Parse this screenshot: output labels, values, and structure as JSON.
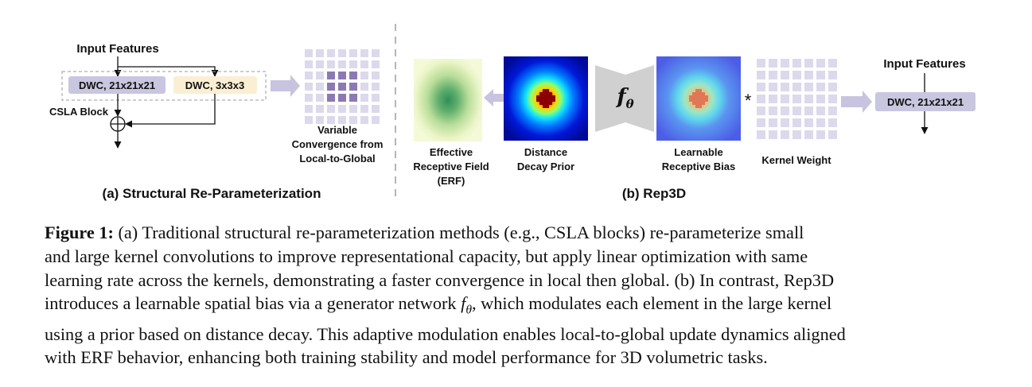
{
  "panel_a": {
    "input_features": "Input Features",
    "dwc_large": "DWC, 21x21x21",
    "dwc_small": "DWC, 3x3x3",
    "csla_block": "CSLA Block",
    "variable_convergence": [
      "Variable",
      "Convergence from",
      "Local-to-Global"
    ],
    "title": "(a) Structural Re-Parameterization"
  },
  "panel_b": {
    "erf_label": [
      "Effective",
      "Receptive Field",
      "(ERF)"
    ],
    "prior_label": [
      "Distance",
      "Decay Prior"
    ],
    "generator_symbol": "fθ",
    "bias_label": [
      "Learnable",
      "Receptive Bias"
    ],
    "multiply_symbol": "*",
    "kernel_weight": "Kernel Weight",
    "input_features": "Input Features",
    "dwc_large": "DWC, 21x21x21",
    "title": "(b) Rep3D"
  },
  "colors": {
    "dwc_large_fill": "#c9c6df",
    "dwc_small_fill": "#fbefd3",
    "grid_cell_light": "#dcd9ec",
    "grid_cell_dark": "#8c79b4",
    "arrow_fill": "#c8c3de",
    "generator_fill": "#d0d0d0"
  },
  "caption": {
    "label": "Figure 1:",
    "line1": " (a) Traditional structural re-parameterization methods (e.g., CSLA blocks) re-parameterize small",
    "line2": "and large kernel convolutions to improve representational capacity, but apply linear optimization with same",
    "line3": "learning rate across the kernels, demonstrating a faster convergence in local then global. (b) In contrast, Rep3D",
    "line4_pre": "introduces a learnable spatial bias via a generator network ",
    "line4_f": "f",
    "line4_sub": "θ",
    "line4_post": ", which modulates each element in the large kernel",
    "line5": "using a prior based on distance decay. This adaptive modulation enables local-to-global update dynamics aligned",
    "line6": "with ERF behavior, enhancing both training stability and model performance for 3D volumetric tasks."
  }
}
